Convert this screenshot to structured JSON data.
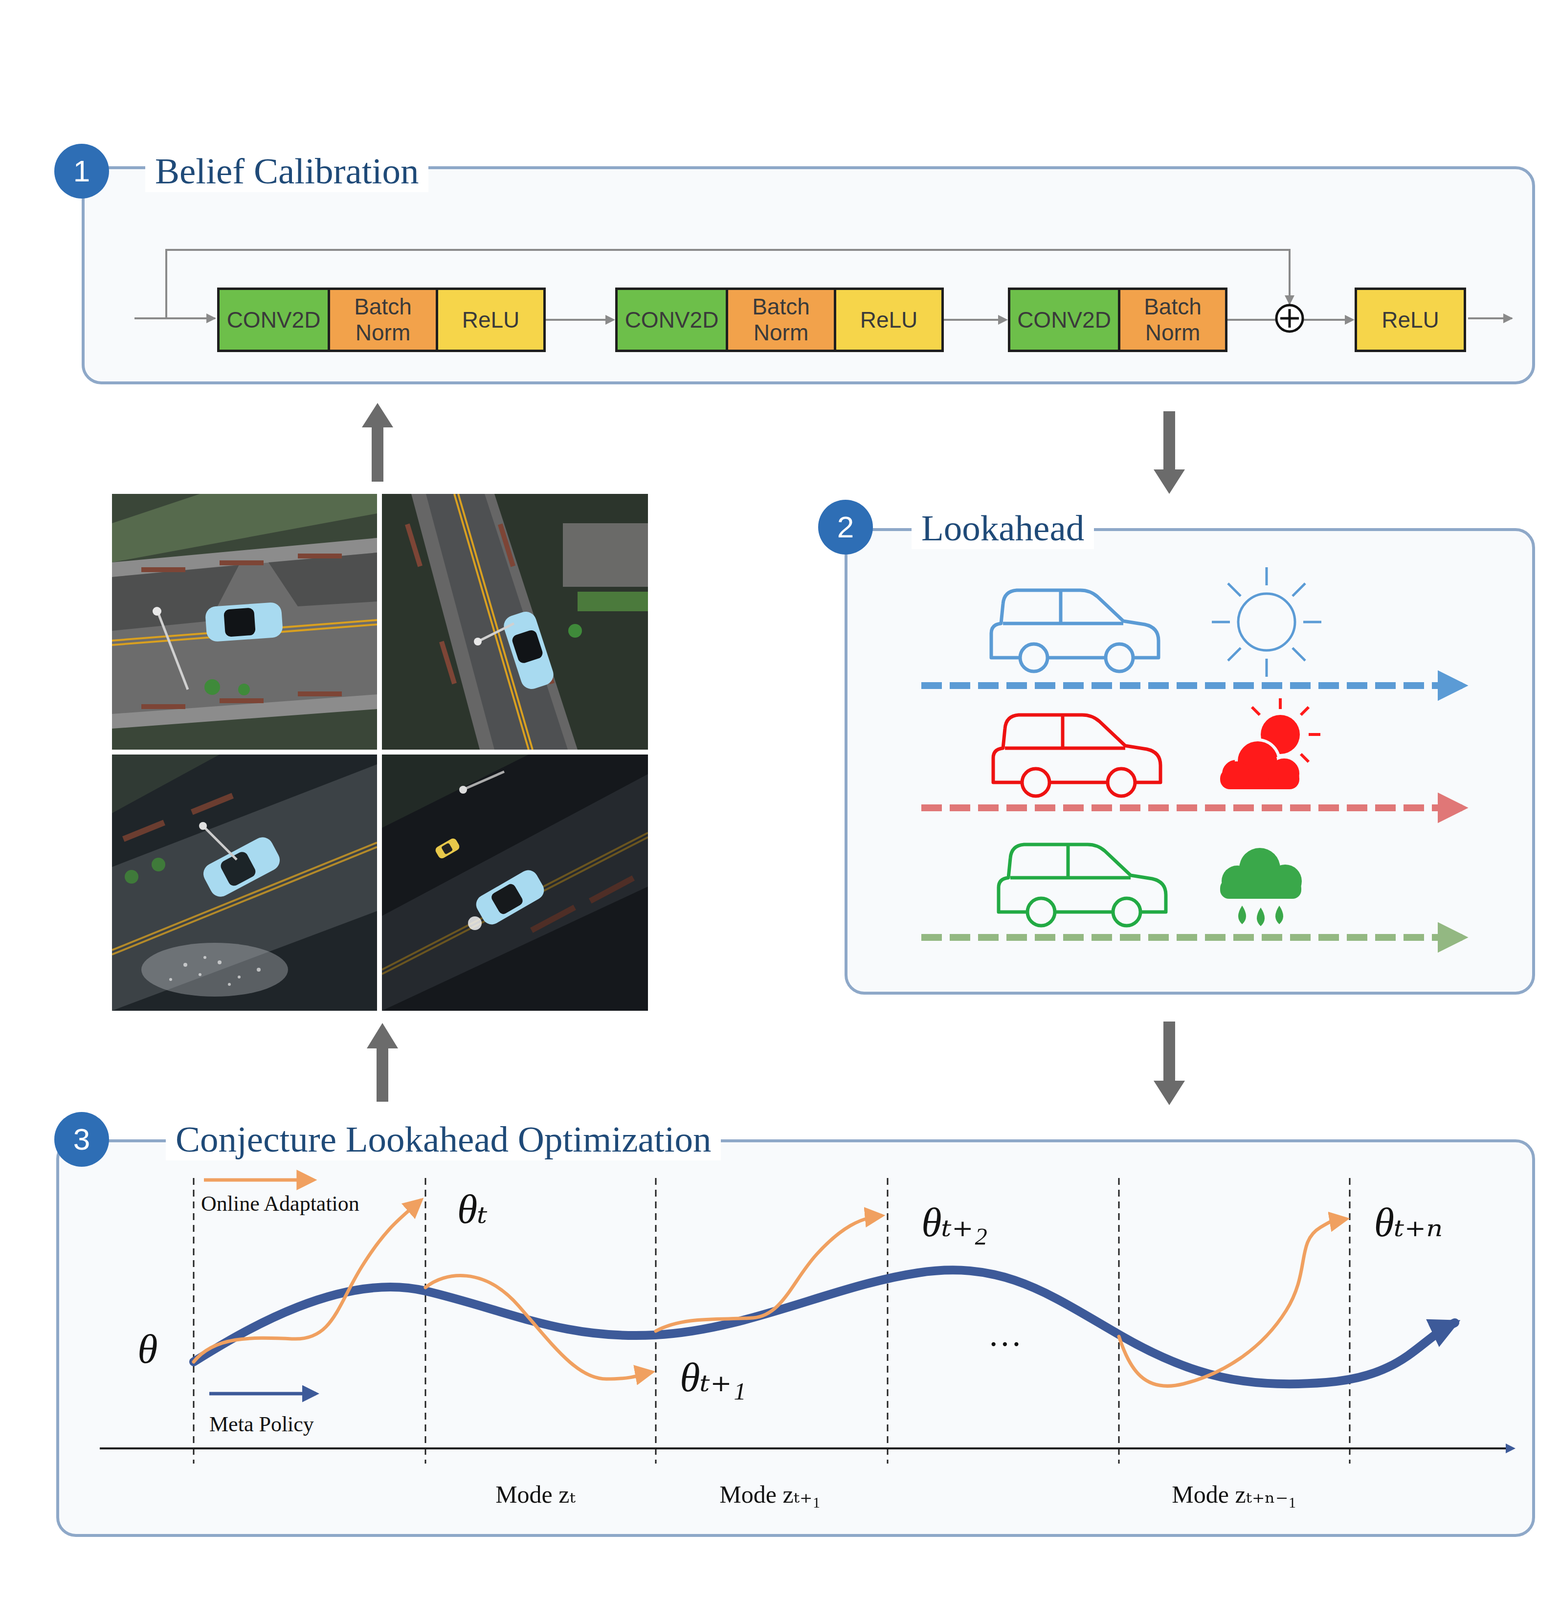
{
  "diagram": {
    "nodes": [
      {
        "text": [
          "1"
        ]
      },
      {
        "text": [
          "Belief Calibration"
        ]
      },
      {
        "text": [
          "CONV2D"
        ],
        "in": 1
      },
      {
        "text": [
          "Batch Norm"
        ],
        "in": 1
      },
      {
        "text": [
          "ReLU"
        ],
        "in": 1
      },
      {
        "text": [
          "CONV2D"
        ],
        "in": 1
      },
      {
        "text": [
          "Batch Norm"
        ],
        "in": 1
      },
      {
        "text": [
          "ReLU"
        ],
        "in": 1
      },
      {
        "text": [
          "CONV2D"
        ],
        "in": 1
      },
      {
        "text": [
          "Batch Norm"
        ],
        "in": 1
      },
      {
        "text": [
          "ReLU"
        ],
        "in": 1
      },
      {
        "text": [
          "2"
        ]
      },
      {
        "text": [
          "Lookahead"
        ]
      },
      {
        "text": [
          "3"
        ]
      },
      {
        "text": [
          "Conjecture Lookahead Optimization"
        ]
      }
    ],
    "edges": [
      {
        "from": 4,
        "to": 5,
        "arrow": "to"
      },
      {
        "from": 7,
        "to": 8,
        "arrow": "to"
      },
      {
        "from": 9,
        "to": 10,
        "arrow": "to"
      },
      {
        "from": 1,
        "to": 12,
        "arrow": "to"
      },
      {
        "from": 12,
        "to": 14,
        "arrow": "to"
      }
    ],
    "labels": [
      "θ",
      "θₜ",
      "θₜ₊₁",
      "θₜ₊₂",
      "···",
      "θₜ₊ₙ",
      "Mode zₜ",
      "Mode zₜ₊₁",
      "Mode zₜ₊ₙ₋₁"
    ],
    "legend": [
      {
        "text": "Online Adaptation"
      },
      {
        "text": "Meta Policy"
      }
    ]
  }
}
